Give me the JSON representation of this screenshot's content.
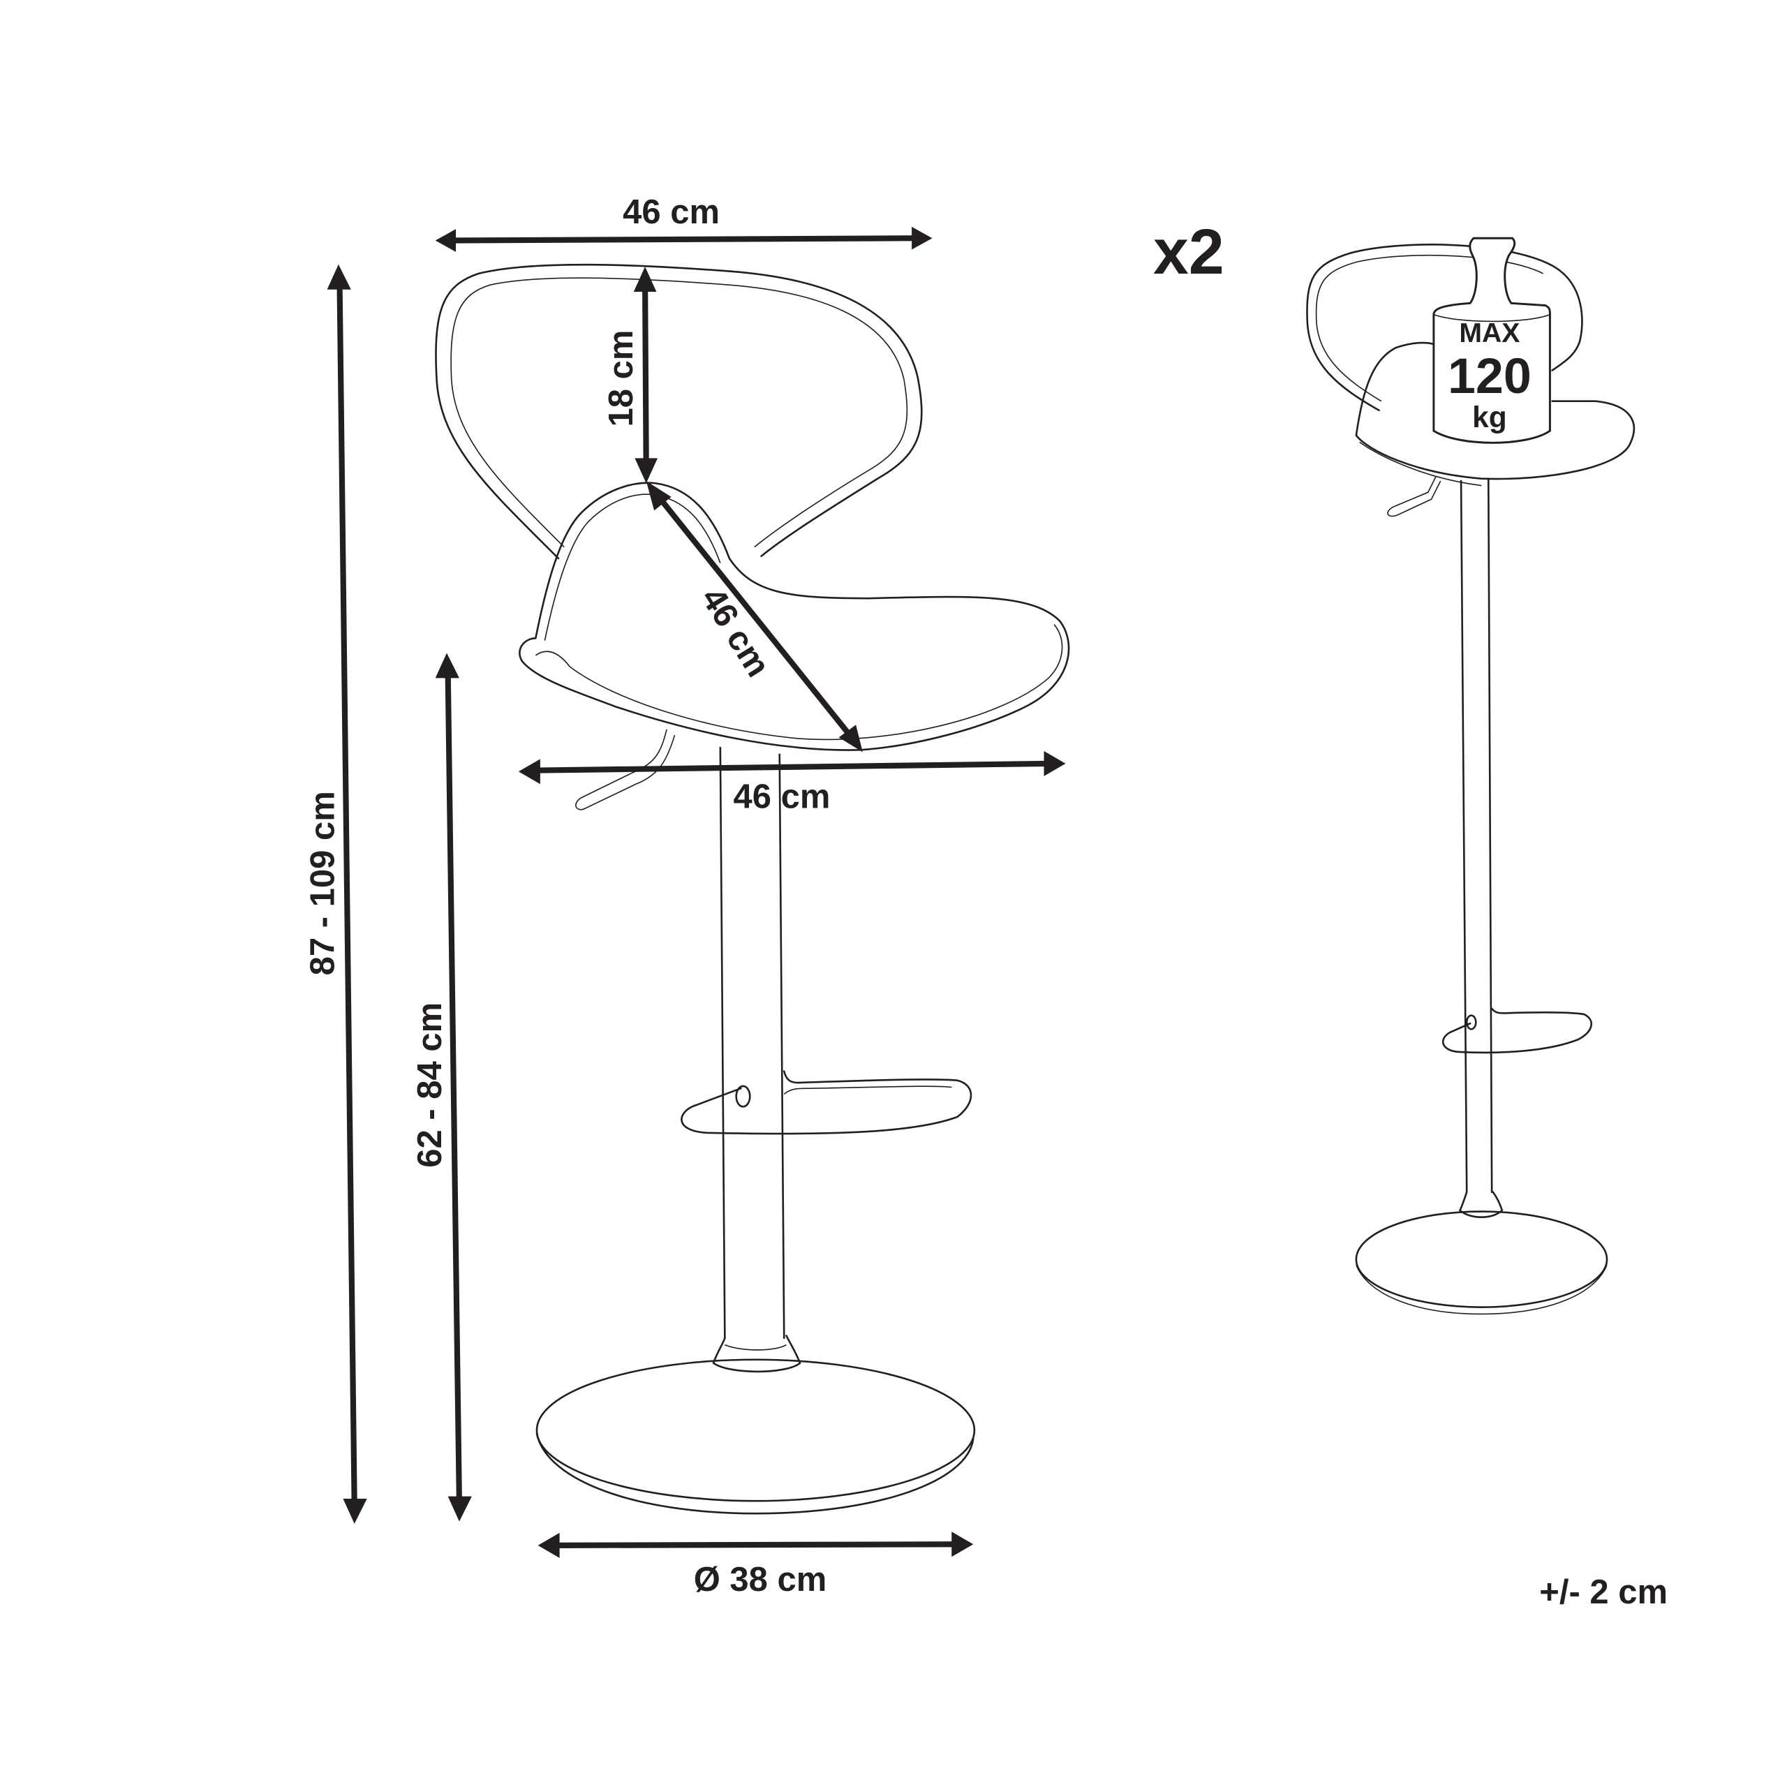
{
  "diagram": {
    "type": "product-dimension-drawing",
    "subject": "adjustable bar stool with backrest, footrest and round base",
    "colors": {
      "line": "#231f20",
      "background": "#ffffff"
    }
  },
  "dimensions": {
    "backrest_width": "46 cm",
    "backrest_height": "18 cm",
    "seat_depth": "46 cm",
    "seat_width": "46 cm",
    "total_height": "87 - 109 cm",
    "seat_height": "62 - 84 cm",
    "base_diameter": "Ø 38 cm"
  },
  "quantity": "x2",
  "weight_badge": {
    "line1": "MAX",
    "line2": "120",
    "line3": "kg"
  },
  "tolerance": "+/- 2 cm"
}
